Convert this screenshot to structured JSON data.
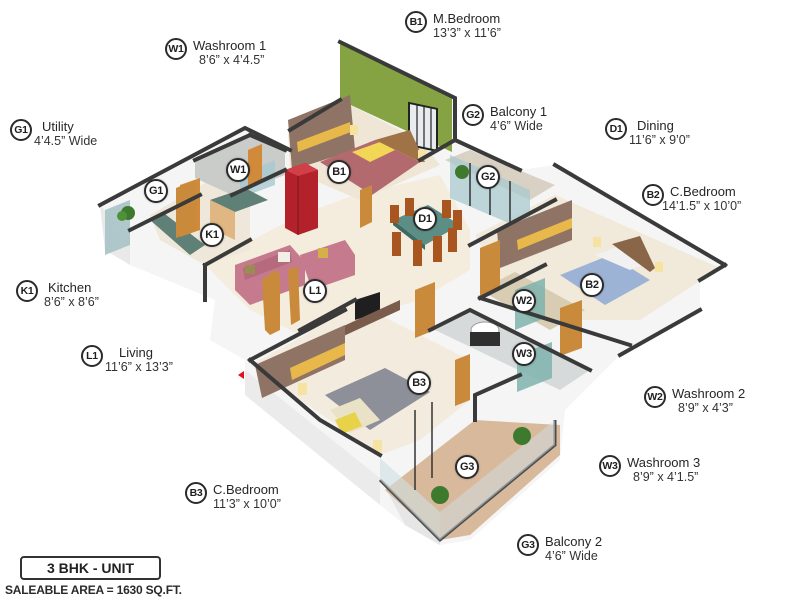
{
  "unit": {
    "type_label": "3 BHK - UNIT",
    "area_label": "SALEABLE AREA = 1630 SQ.FT."
  },
  "rooms": {
    "W1": {
      "code": "W1",
      "name": "Washroom 1",
      "dims": "8’6” x 4’4.5”"
    },
    "B1": {
      "code": "B1",
      "name": "M.Bedroom",
      "dims": "13’3” x 11’6”"
    },
    "G1": {
      "code": "G1",
      "name": "Utility",
      "dims": "4’4.5” Wide"
    },
    "G2": {
      "code": "G2",
      "name": "Balcony 1",
      "dims": "4’6” Wide"
    },
    "D1": {
      "code": "D1",
      "name": "Dining",
      "dims": "11’6” x 9’0”"
    },
    "B2": {
      "code": "B2",
      "name": "C.Bedroom",
      "dims": "14’1.5” x 10’0”"
    },
    "K1": {
      "code": "K1",
      "name": "Kitchen",
      "dims": "8’6” x 8’6”"
    },
    "L1": {
      "code": "L1",
      "name": "Living",
      "dims": "11’6” x 13’3”"
    },
    "W2": {
      "code": "W2",
      "name": "Washroom 2",
      "dims": "8’9” x 4’3”"
    },
    "W3": {
      "code": "W3",
      "name": "Washroom 3",
      "dims": "8’9” x 4’1.5”"
    },
    "B3": {
      "code": "B3",
      "name": "C.Bedroom",
      "dims": "11’3” x 10’0”"
    },
    "G3": {
      "code": "G3",
      "name": "Balcony 2",
      "dims": "4’6” Wide"
    }
  },
  "colors": {
    "wall_top": "#3a3a3a",
    "wall_face": "#f4f4f4",
    "floor": "#f3ece0",
    "accent_wall": "#86a343",
    "wood": "#c98a3c",
    "wardrobe_brown": "#8f7466",
    "wardrobe_yellow": "#e8b94a",
    "sofa_pink": "#c57a8d",
    "fridge_red": "#b3222a",
    "glass": "#a9c9cf",
    "tile_beige": "#d8cdb3",
    "balcony_tile": "#d9b99c",
    "marker_red": "#e3111b"
  }
}
